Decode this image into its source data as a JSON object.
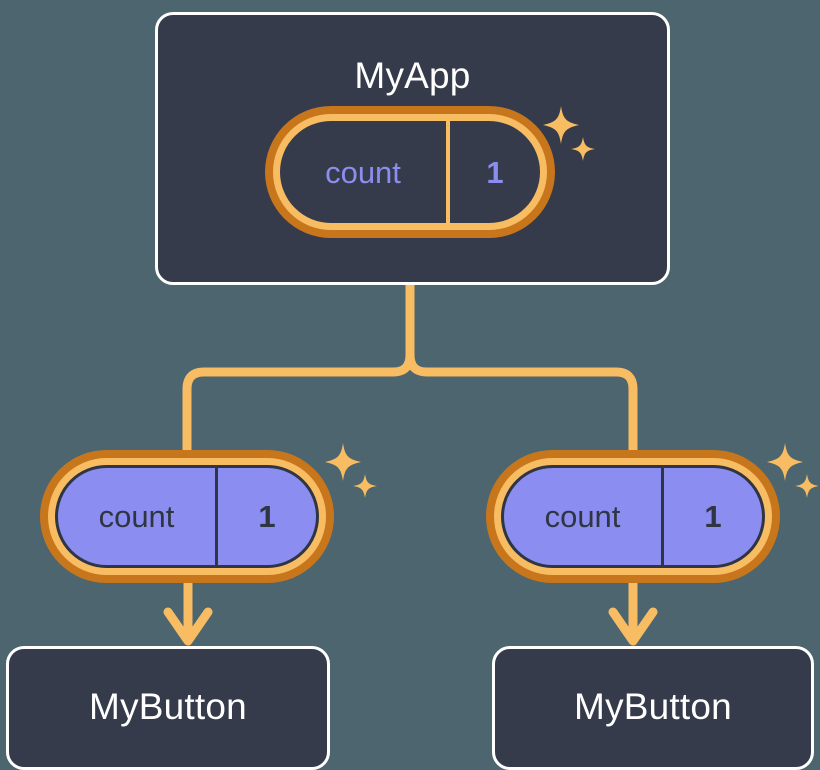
{
  "diagram": {
    "title_text": "MyApp",
    "background_color": "#4c656e",
    "card_color": "#353b4a",
    "accent_orange": "#f8bc63",
    "accent_orange_dark": "#c8761c",
    "accent_purple": "#8b8df0",
    "text_light": "#ffffff",
    "text_dark": "#2f3542"
  },
  "root": {
    "label": "MyApp",
    "state": {
      "key": "count",
      "value": "1"
    },
    "sparkle_icon": "sparkles-icon"
  },
  "children": [
    {
      "state": {
        "key": "count",
        "value": "1"
      },
      "sparkle_icon": "sparkles-icon",
      "label": "MyButton"
    },
    {
      "state": {
        "key": "count",
        "value": "1"
      },
      "sparkle_icon": "sparkles-icon",
      "label": "MyButton"
    }
  ]
}
